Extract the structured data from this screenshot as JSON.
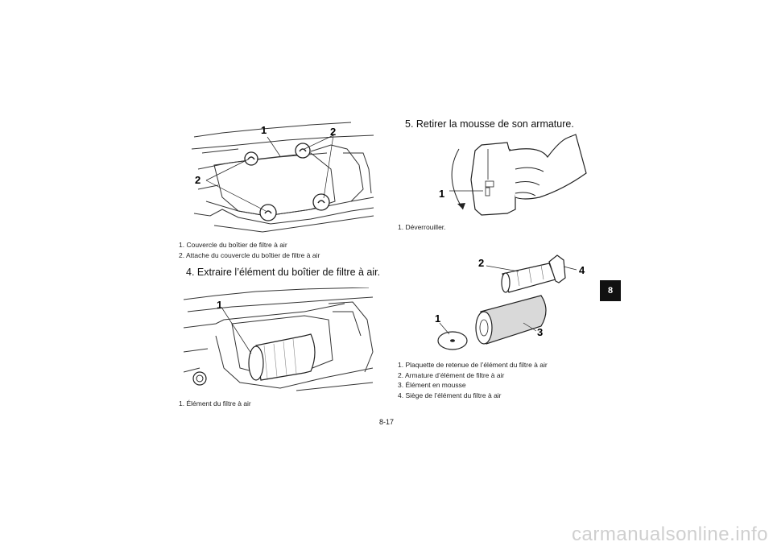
{
  "figure1": {
    "callouts": [
      "1",
      "2",
      "2"
    ],
    "captions": [
      "1.  Couvercle du boîtier de filtre à air",
      "2.  Attache du couvercle du boîtier de filtre à air"
    ]
  },
  "step4": "4.  Extraire l’élément du boîtier de filtre à air.",
  "figure2": {
    "callouts": [
      "1"
    ],
    "captions": [
      "1.  Élément du filtre à air"
    ]
  },
  "step5": "5.  Retirer la mousse de son armature.",
  "figure3": {
    "callouts": [
      "1"
    ],
    "captions": [
      "1.  Déverrouiller."
    ]
  },
  "figure4": {
    "callouts": [
      "1",
      "2",
      "3",
      "4"
    ],
    "captions": [
      "1.  Plaquette de retenue de l’élément du filtre à air",
      "2.  Armature d’élément de filtre à air",
      "3.  Élément en mousse",
      "4.  Siège de l’élément du filtre à air"
    ]
  },
  "chapter_tab": "8",
  "page_number": "8-17",
  "watermark": "carmanualsonline.info"
}
